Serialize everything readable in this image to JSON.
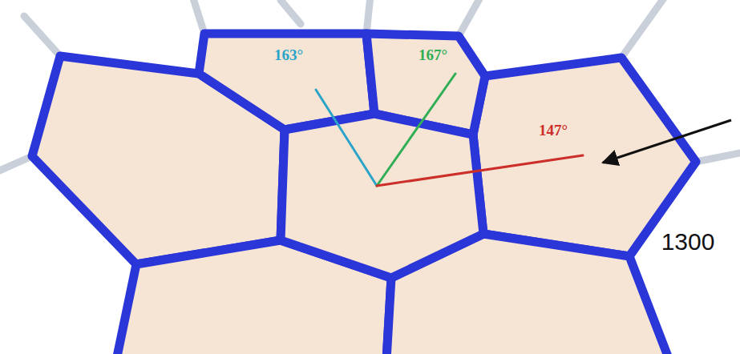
{
  "diagram": {
    "labels": [
      "163°",
      "167°",
      "147°",
      "1300"
    ]
  }
}
